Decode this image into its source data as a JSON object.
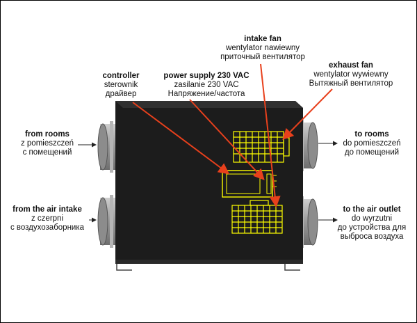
{
  "labels": {
    "intake_fan": {
      "title": "intake fan",
      "pl": "wentylator nawiewny",
      "ru": "приточный вентилятор"
    },
    "exhaust_fan": {
      "title": "exhaust fan",
      "pl": "wentylator wywiewny",
      "ru": "Вытяжный вентилятор"
    },
    "controller": {
      "title": "controller",
      "pl": "sterownik",
      "ru": "драйвер"
    },
    "power_supply": {
      "title": "power supply 230 VAC",
      "pl": "zasilanie 230 VAC",
      "ru": "Напряжение/частота"
    },
    "from_rooms": {
      "title": "from rooms",
      "pl": "z pomieszczeń",
      "ru": "с помещений"
    },
    "from_air_intake": {
      "title": "from the air intake",
      "pl": "z czerpni",
      "ru": "с воздухозаборника"
    },
    "to_rooms": {
      "title": "to rooms",
      "pl": "do pomieszczeń",
      "ru": "до помещений"
    },
    "to_air_outlet": {
      "title": "to the air outlet",
      "pl": "do wyrzutni",
      "ru": "до устройства для",
      "ru2": "выброса воздуха"
    }
  },
  "colors": {
    "pointer": "#e8401c",
    "component": "#ffff00",
    "housing": "#1c1c1c"
  }
}
